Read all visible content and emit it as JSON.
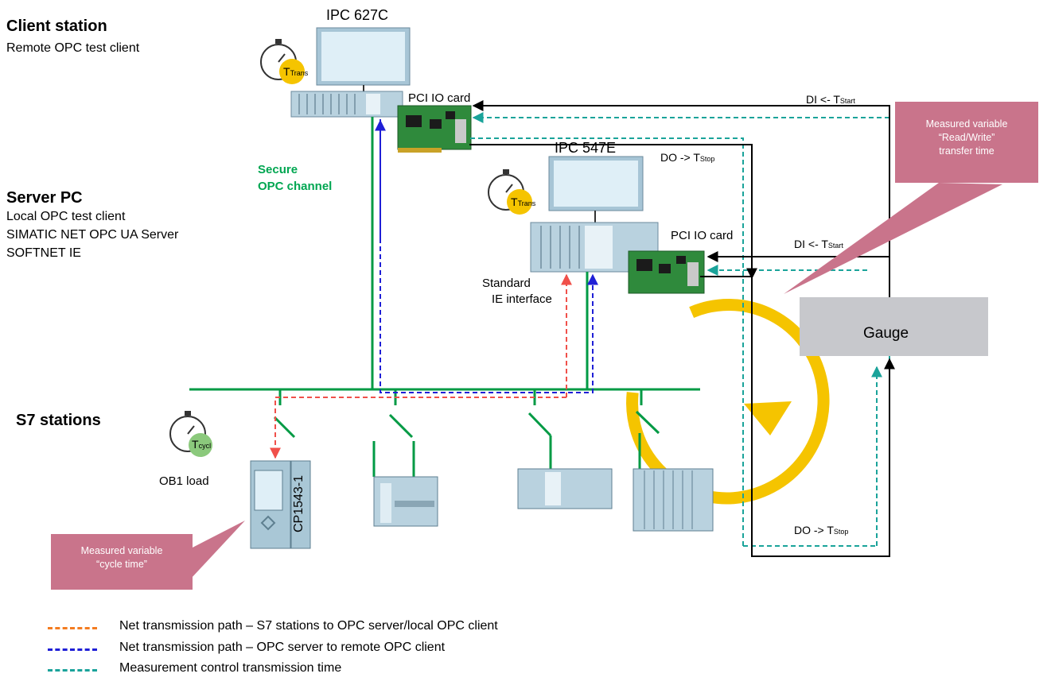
{
  "client": {
    "heading": "Client station",
    "sub": "Remote OPC test client",
    "ipc": "IPC 627C",
    "pci": "PCI IO card"
  },
  "server": {
    "heading": "Server PC",
    "lines": [
      "Local OPC test client",
      "SIMATIC NET OPC UA Server",
      "SOFTNET IE"
    ],
    "ipc": "IPC 547E",
    "pci": "PCI IO card",
    "interface_line1": "Standard",
    "interface_line2": "IE interface"
  },
  "secure_channel": {
    "line1": "Secure",
    "line2": "OPC channel"
  },
  "s7": {
    "heading": "S7 stations",
    "ob1": "OB1 load",
    "cp": "CP1543-1"
  },
  "timers": {
    "trans": {
      "main": "T",
      "sub": "Trans"
    },
    "cycl": {
      "main": "T",
      "sub": "cycl"
    }
  },
  "signals": {
    "di_start_top": {
      "main": "DI <- T",
      "sub": "Start"
    },
    "do_stop_top": {
      "main": "DO -> T",
      "sub": "Stop"
    },
    "di_start_mid": {
      "main": "DI <- T",
      "sub": "Start"
    },
    "do_stop_bottom": {
      "main": "DO -> T",
      "sub": "Stop"
    }
  },
  "callouts": {
    "read_write": [
      "Measured variable",
      "“Read/Write”",
      "transfer time"
    ],
    "cycle": [
      "Measured variable",
      "“cycle time”"
    ]
  },
  "gauge": {
    "label": "Gauge"
  },
  "legend": [
    {
      "text": "Net transmission path – S7 stations to OPC server/local OPC client",
      "color": "#f47c20"
    },
    {
      "text": "Net transmission path – OPC server to remote OPC client",
      "color": "#1f1fd6"
    },
    {
      "text": "Measurement control transmission time",
      "color": "#1aa39a"
    }
  ],
  "colors": {
    "network": "#009a44",
    "red_path": "#f0504a",
    "blue_path": "#1f1fd6",
    "teal_path": "#1aa39a",
    "yellow": "#f5c400",
    "callout": "#c9748b"
  }
}
